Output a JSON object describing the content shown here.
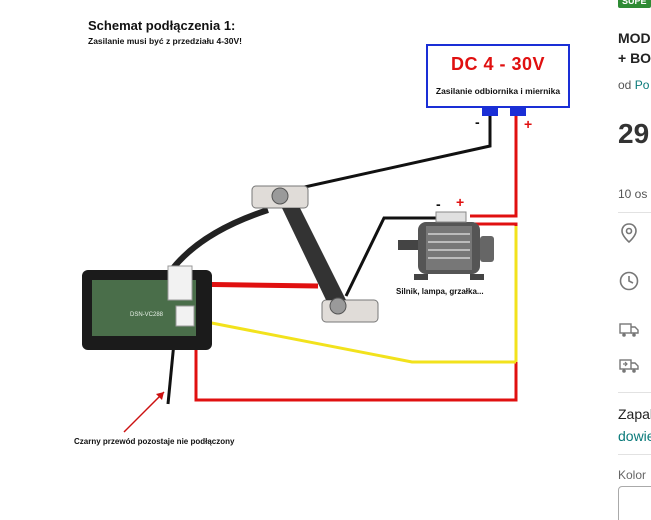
{
  "diagram": {
    "heading": "Schemat podłączenia 1:",
    "subheading": "Zasilanie musi być z przedziału 4-30V!",
    "power_supply_title": "DC 4 - 30V",
    "power_supply_subtitle": "Zasilanie odbiornika i miernika",
    "ps_minus": "-",
    "ps_plus": "+",
    "motor_minus": "-",
    "motor_plus": "+",
    "motor_label": "Silnik, lampa, grzałka...",
    "black_wire_note": "Czarny przewód pozostaje nie podłączony",
    "meter_model": "DSN-VC288",
    "wire_colors": {
      "red": "#e01010",
      "black": "#111111",
      "yellow": "#f2e21c",
      "blue": "#1a2fd6"
    }
  },
  "side_panel": {
    "badge": "SUPE",
    "title_line1": "MOD",
    "title_line2": "+ BO",
    "from_label": "od",
    "seller": "Po",
    "price": "29",
    "people": "10 os",
    "delivery_line1": "Zapal",
    "delivery_line2": "dowie",
    "color_label": "Kolor",
    "accent": "#2e8b34",
    "link_color": "#0a7a7a"
  }
}
